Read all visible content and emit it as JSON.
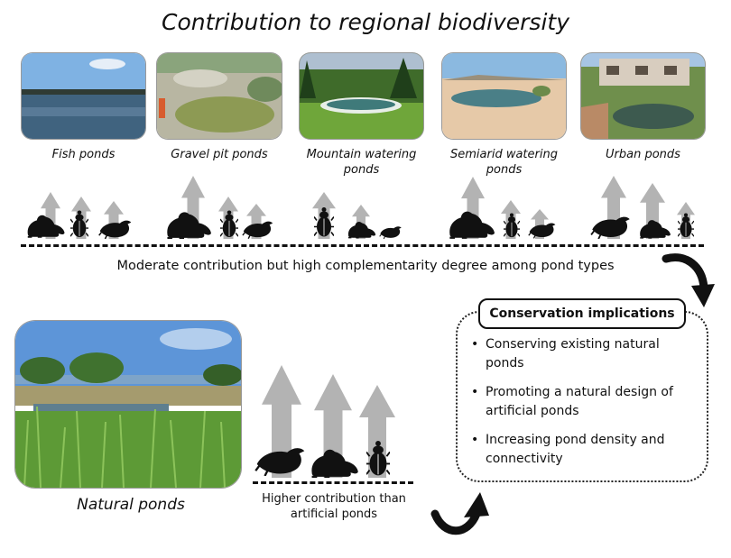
{
  "title": "Contribution to regional biodiversity",
  "pond_types": [
    {
      "caption": "Fish ponds"
    },
    {
      "caption": "Gravel pit ponds"
    },
    {
      "caption": "Mountain watering ponds"
    },
    {
      "caption": "Semiarid watering ponds"
    },
    {
      "caption": "Urban ponds"
    }
  ],
  "moderate_text": "Moderate contribution but high complementarity degree among pond types",
  "conservation": {
    "title": "Conservation implications",
    "items": [
      "Conserving existing natural ponds",
      "Promoting a natural design of artificial ponds",
      "Increasing pond density and connectivity"
    ]
  },
  "natural": {
    "caption": "Natural ponds",
    "higher_text": "Higher contribution than artificial ponds"
  },
  "colors": {
    "arrow": "#b3b3b3",
    "silhouette": "#111111"
  }
}
